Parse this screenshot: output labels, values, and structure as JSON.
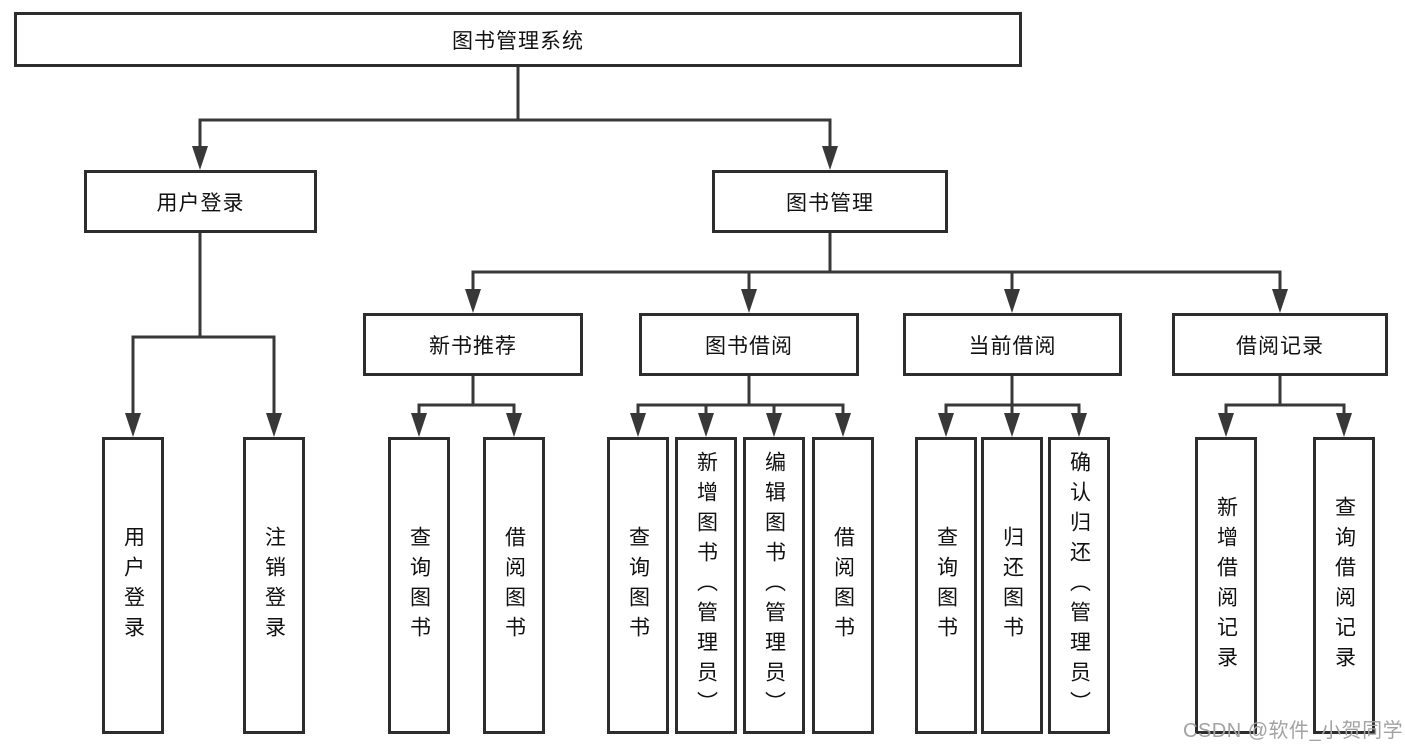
{
  "root": {
    "label": "图书管理系统"
  },
  "login": {
    "label": "用户登录",
    "children": [
      {
        "label": "用户登录"
      },
      {
        "label": "注销登录"
      }
    ]
  },
  "mgmt": {
    "label": "图书管理",
    "sections": [
      {
        "label": "新书推荐",
        "children": [
          {
            "label": "查询图书"
          },
          {
            "label": "借阅图书"
          }
        ]
      },
      {
        "label": "图书借阅",
        "children": [
          {
            "label": "查询图书"
          },
          {
            "label": "新增图书（管理员）"
          },
          {
            "label": "编辑图书（管理员）"
          },
          {
            "label": "借阅图书"
          }
        ]
      },
      {
        "label": "当前借阅",
        "children": [
          {
            "label": "查询图书"
          },
          {
            "label": "归还图书"
          },
          {
            "label": "确认归还（管理员）"
          }
        ]
      },
      {
        "label": "借阅记录",
        "children": [
          {
            "label": "新增借阅记录"
          },
          {
            "label": "查询借阅记录"
          }
        ]
      }
    ]
  },
  "watermark": {
    "text": "CSDN @软件_小贺同学"
  },
  "colors": {
    "line": "#383838",
    "border": "#2d2d2d",
    "text": "#111111",
    "watermark": "#a3a3a3",
    "background": "#ffffff"
  }
}
